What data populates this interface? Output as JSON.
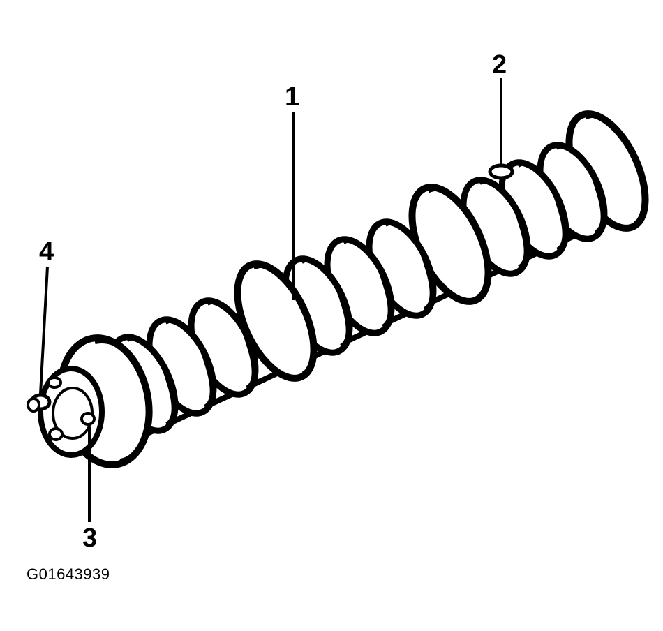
{
  "callouts": [
    {
      "id": "1",
      "label": "1"
    },
    {
      "id": "2",
      "label": "2"
    },
    {
      "id": "3",
      "label": "3"
    },
    {
      "id": "4",
      "label": "4"
    }
  ],
  "figure_id": "G01643939",
  "colors": {
    "ink": "#000000",
    "paper": "#ffffff"
  }
}
